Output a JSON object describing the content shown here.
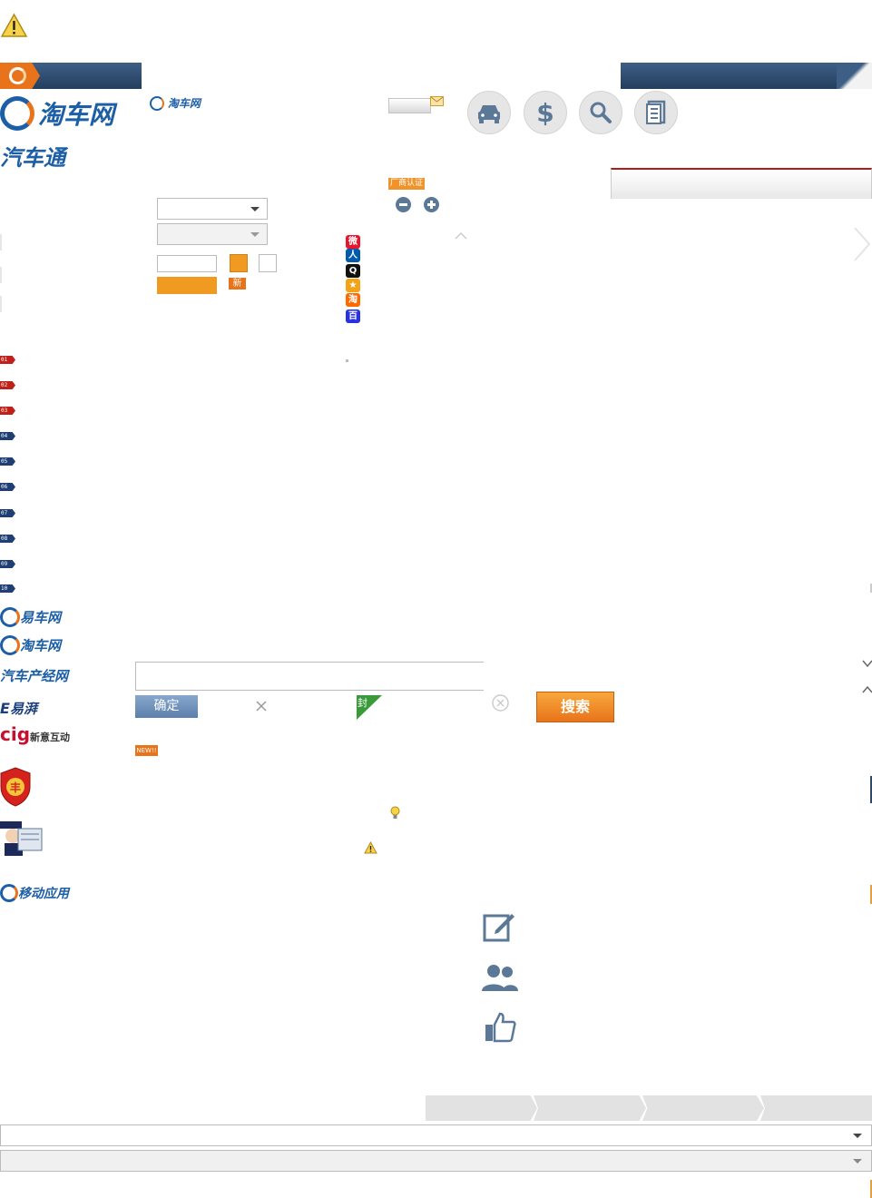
{
  "top_banner": {
    "warning_icon": "warning-triangle-icon"
  },
  "header_bar": {
    "left_color": "#2d4a6b",
    "accent": "#e8731a"
  },
  "brand": {
    "taoche_logo": "淘车网",
    "qichetong_logo": "汽车通",
    "small_taoche_logo": "淘车网"
  },
  "mail": {
    "icon": "envelope-icon"
  },
  "quick_nav": [
    {
      "icon": "car-icon"
    },
    {
      "icon": "dollar-icon"
    },
    {
      "icon": "search-icon"
    },
    {
      "icon": "news-icon"
    }
  ],
  "badges": {
    "dealer_cert": "厂商认证",
    "new_tag": "新",
    "new_badge": "NEW!!",
    "seal_tag": "封"
  },
  "social_icons": [
    {
      "name": "weibo-icon",
      "color": "#e6162d",
      "glyph": "微"
    },
    {
      "name": "renren-icon",
      "color": "#005baa",
      "glyph": "人"
    },
    {
      "name": "qq-icon",
      "color": "#111111",
      "glyph": "Q"
    },
    {
      "name": "qzone-icon",
      "color": "#f2a419",
      "glyph": "★"
    },
    {
      "name": "taobao-icon",
      "color": "#ff6a00",
      "glyph": "淘"
    },
    {
      "name": "baidu-icon",
      "color": "#2932e1",
      "glyph": "百"
    }
  ],
  "ranking": [
    "01",
    "02",
    "03",
    "04",
    "05",
    "06",
    "07",
    "08",
    "09",
    "10"
  ],
  "partners": [
    {
      "name": "易车网"
    },
    {
      "name": "淘车网"
    },
    {
      "name": "汽车产经网"
    },
    {
      "name": "易湃"
    },
    {
      "name": "新意互动"
    }
  ],
  "partner_prefix": {
    "eyp": "E",
    "cig": "cig"
  },
  "mobile_app": "移动应用",
  "search": {
    "confirm_label": "确定",
    "search_label": "搜索",
    "placeholder": ""
  },
  "side_actions": [
    {
      "icon": "edit-icon"
    },
    {
      "icon": "users-icon"
    },
    {
      "icon": "thumbs-up-icon"
    }
  ]
}
